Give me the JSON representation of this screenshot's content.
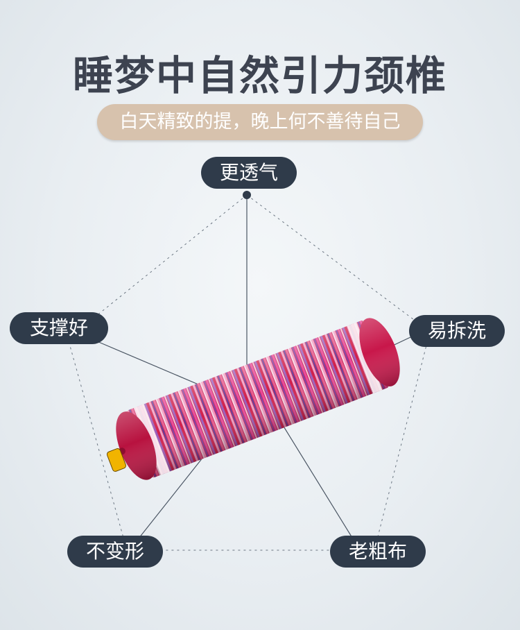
{
  "title": "睡梦中自然引力颈椎",
  "subtitle": "白天精致的提，晚上何不善待自己",
  "features": {
    "top": "更透气",
    "left": "支撑好",
    "right": "易拆洗",
    "bottom_left": "不变形",
    "bottom_right": "老粗布"
  },
  "colors": {
    "pill": "#2f3b4a",
    "subtitle_pill": "#d7c2ad",
    "title": "#3d4350",
    "pillow_main": "#c41f4e"
  }
}
